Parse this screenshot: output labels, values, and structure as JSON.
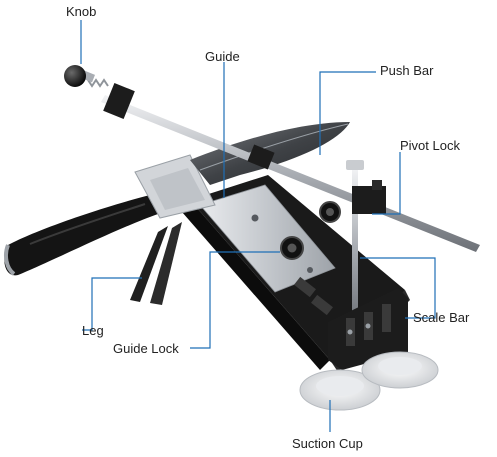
{
  "labels": {
    "knob": "Knob",
    "guide": "Guide",
    "push_bar": "Push Bar",
    "pivot_lock": "Pivot Lock",
    "leg": "Leg",
    "scale_bar": "Scale Bar",
    "guide_lock": "Guide Lock",
    "suction_cup": "Suction Cup"
  },
  "colors": {
    "leader_line": "#1f6fb6",
    "metal_dark": "#1b1b1b",
    "steel": "#c9ccd0"
  }
}
